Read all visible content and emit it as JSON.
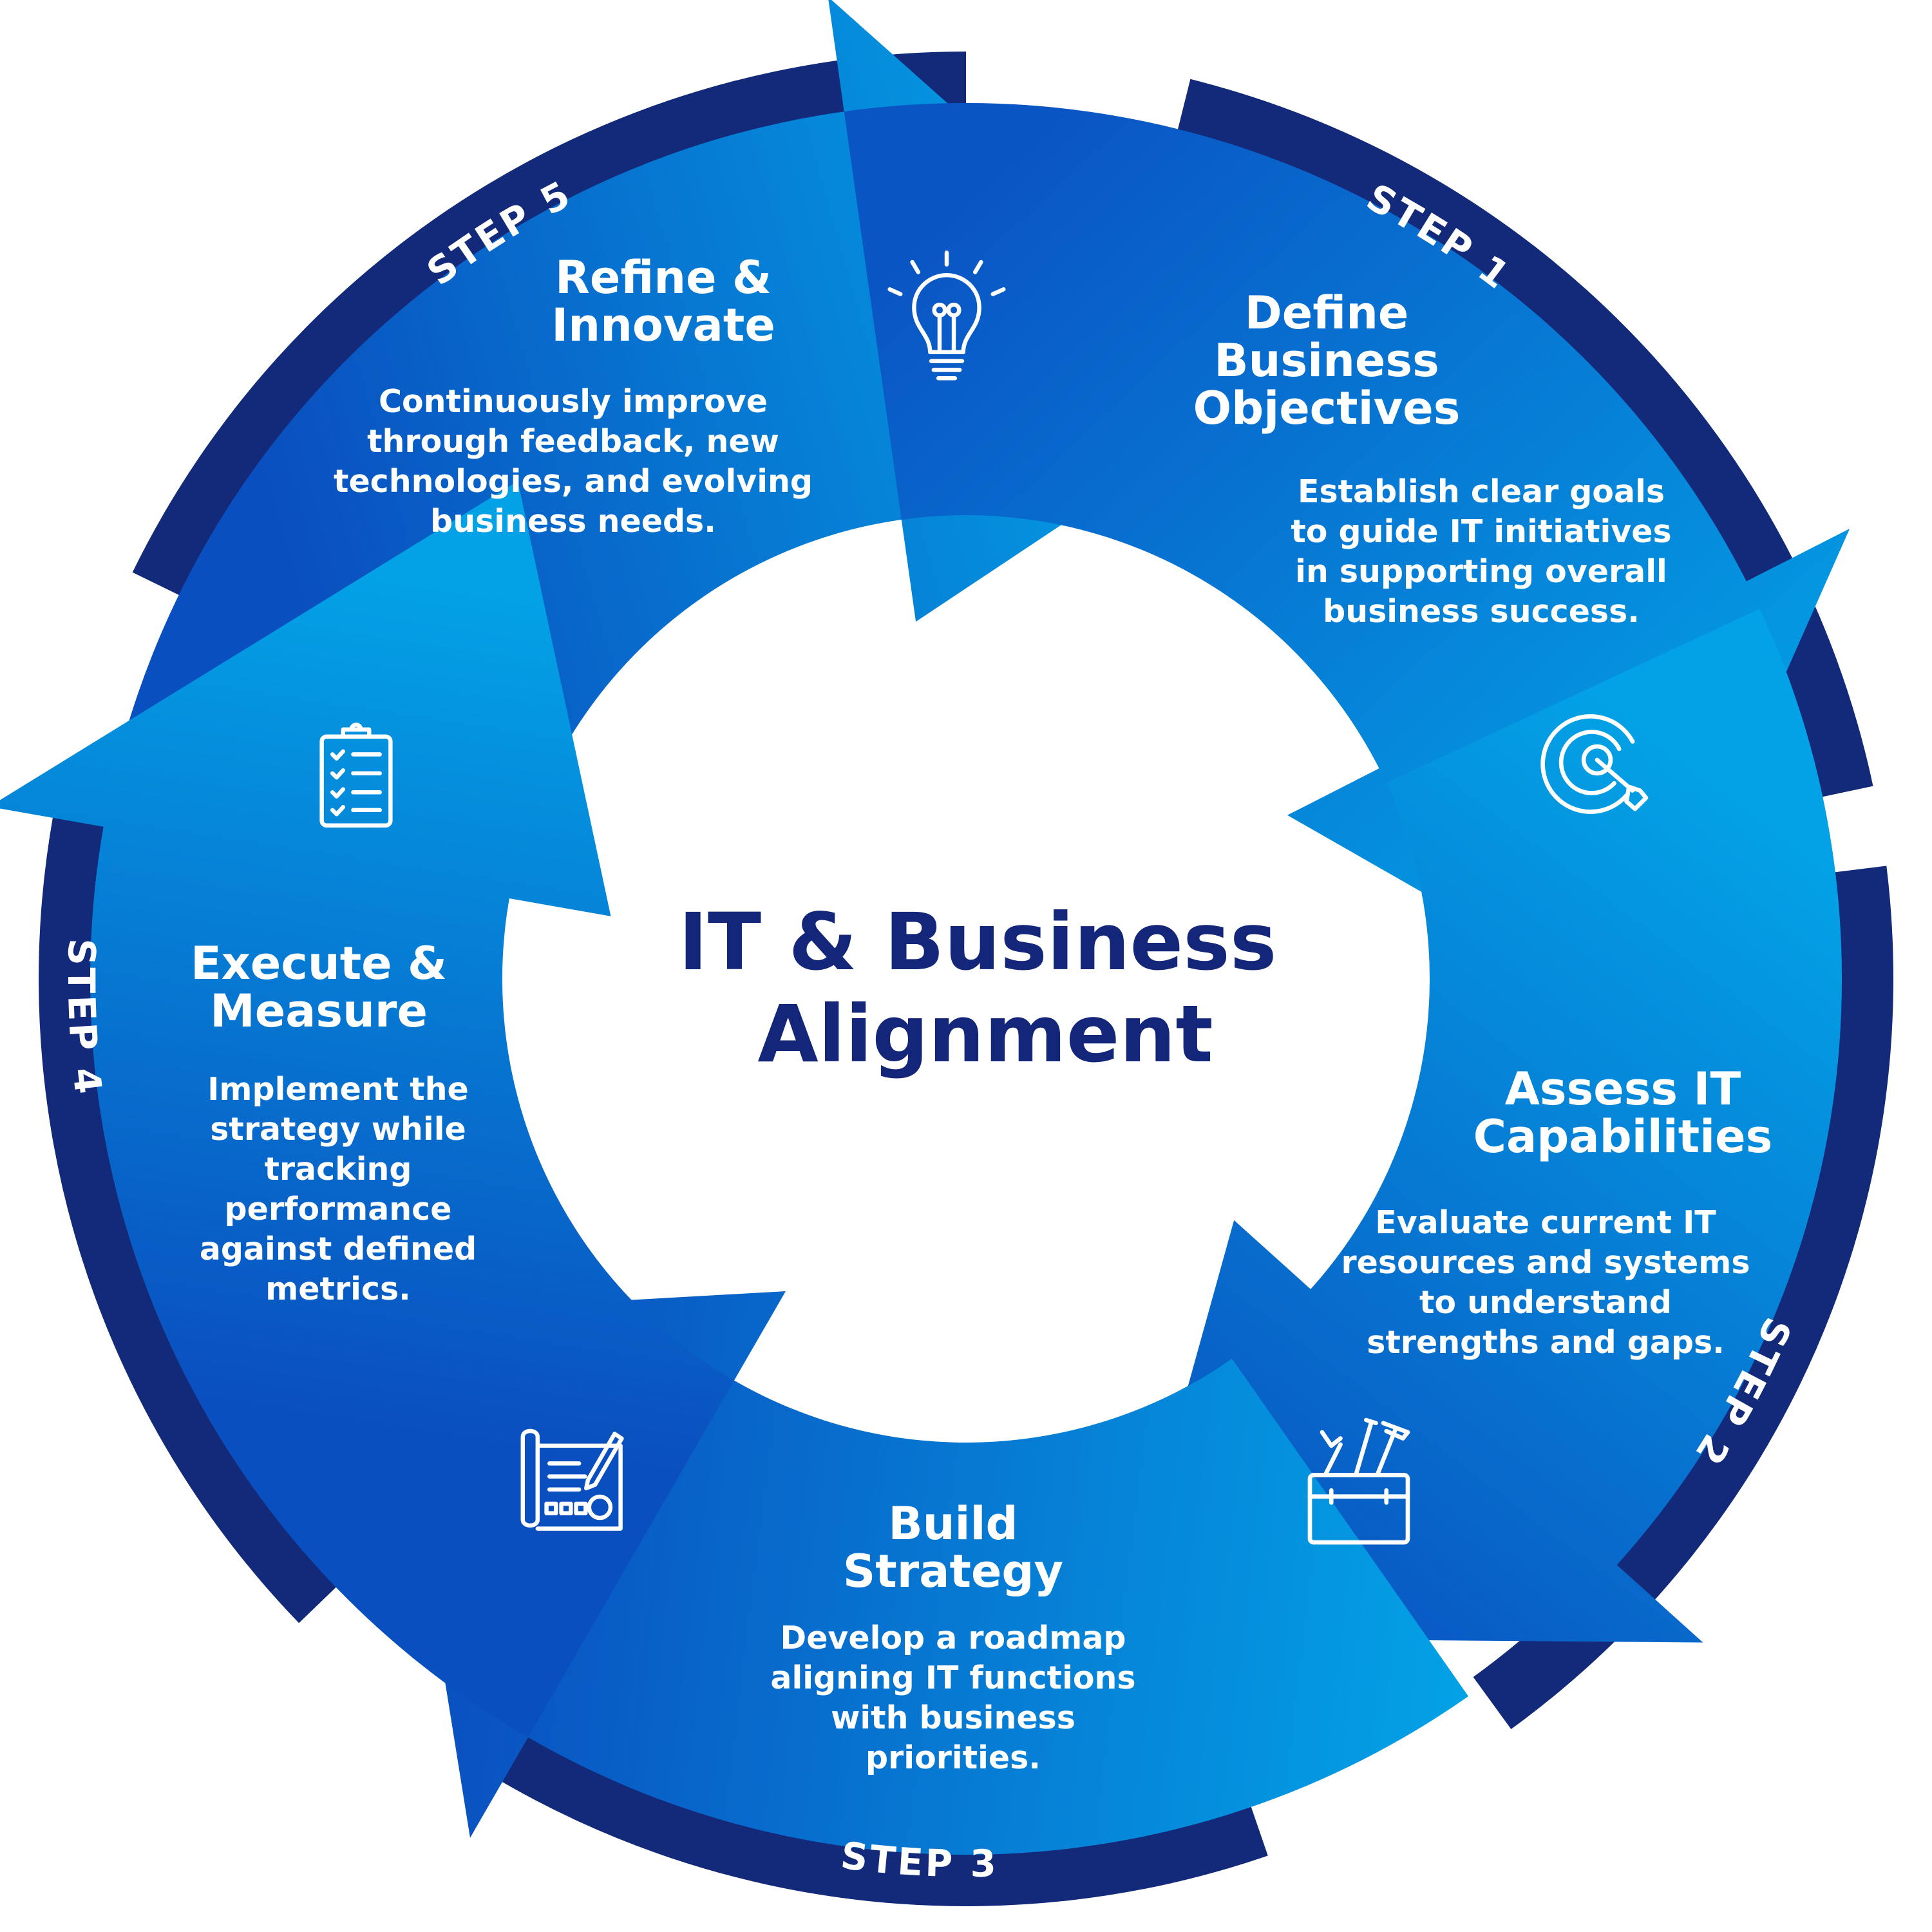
{
  "colors": {
    "ring_dark": "#13297a",
    "arrow_dark": "#0a4fbf",
    "arrow_light": "#03a2e6",
    "center_text": "#14267a",
    "text": "#ffffff"
  },
  "center": {
    "line1": "IT & Business",
    "line2": "Alignment"
  },
  "steps": [
    {
      "step_label": "STEP 1",
      "title_lines": [
        "Define",
        "Business",
        "Objectives"
      ],
      "desc_lines": [
        "Establish clear goals",
        "to guide IT initiatives",
        "in supporting overall",
        "business success."
      ],
      "icon": "target-icon"
    },
    {
      "step_label": "STEP 2",
      "title_lines": [
        "Assess IT",
        "Capabilities"
      ],
      "desc_lines": [
        "Evaluate current IT",
        "resources and systems",
        "to understand",
        "strengths and gaps."
      ],
      "icon": "toolbox-icon"
    },
    {
      "step_label": "STEP 3",
      "title_lines": [
        "Build",
        "Strategy"
      ],
      "desc_lines": [
        "Develop a roadmap",
        "aligning IT functions",
        "with business",
        "priorities."
      ],
      "icon": "blueprint-icon"
    },
    {
      "step_label": "STEP 4",
      "title_lines": [
        "Execute &",
        "Measure"
      ],
      "desc_lines": [
        "Implement the",
        "strategy while",
        "tracking",
        "performance",
        "against defined",
        "metrics."
      ],
      "icon": "checklist-icon"
    },
    {
      "step_label": "STEP 5",
      "title_lines": [
        "Refine &",
        "Innovate"
      ],
      "desc_lines": [
        "Continuously improve",
        "through feedback, new",
        "technologies, and evolving",
        "business needs."
      ],
      "icon": "lightbulb-icon"
    }
  ]
}
